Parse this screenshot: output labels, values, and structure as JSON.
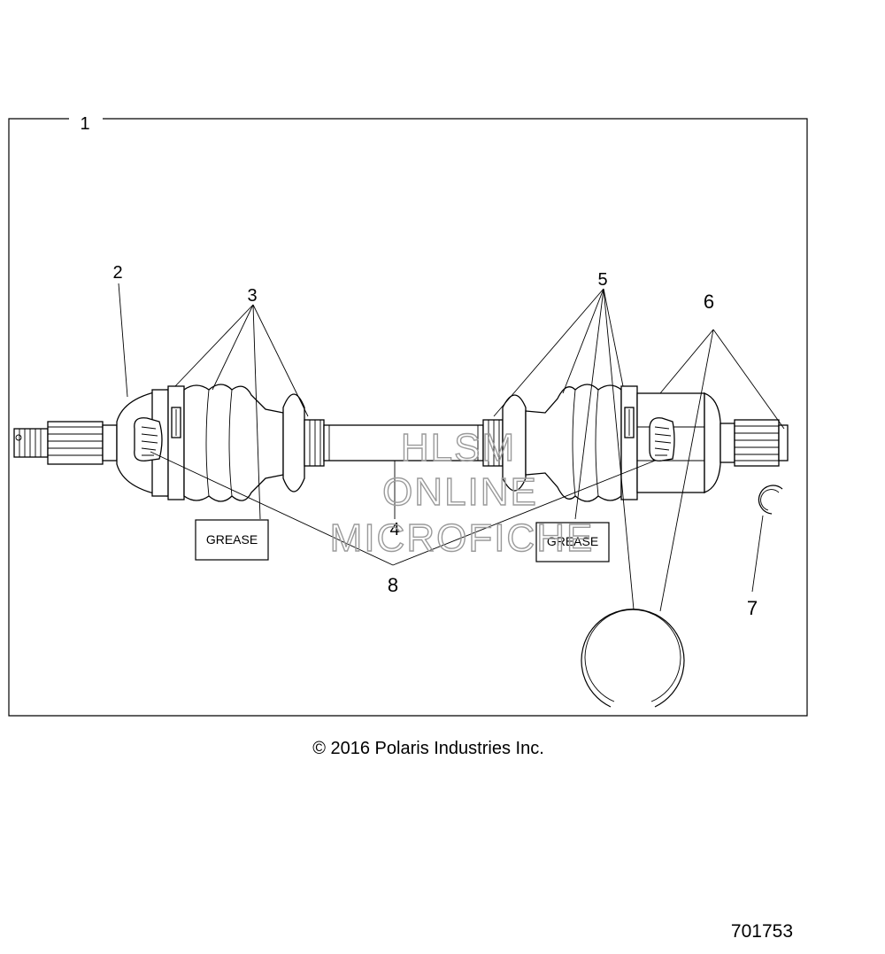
{
  "callouts": {
    "c1": "1",
    "c2": "2",
    "c3": "3",
    "c4": "4",
    "c5": "5",
    "c6": "6",
    "c7": "7",
    "c8": "8"
  },
  "labels": {
    "grease_left": "GREASE",
    "grease_right": "GREASE"
  },
  "watermark": {
    "line1": "HLSM",
    "line2": "ONLINE",
    "line3": "MICROFICHE"
  },
  "copyright": "© 2016 Polaris Industries Inc.",
  "diagram_number": "701753"
}
